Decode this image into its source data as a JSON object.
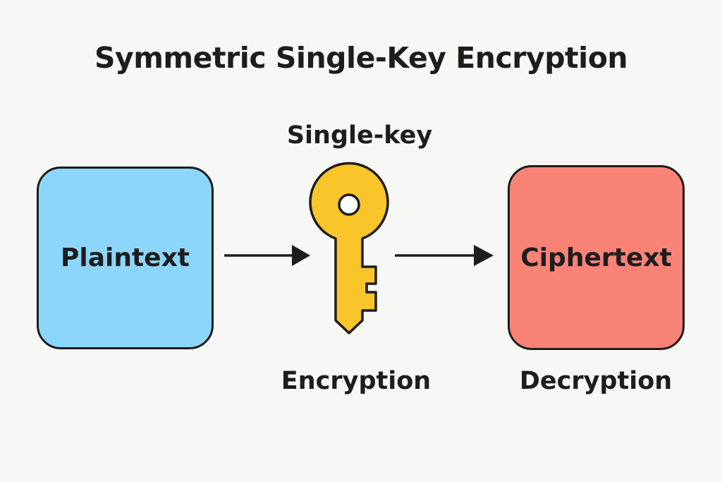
{
  "title": "Symmetric Single-Key Encryption",
  "key": {
    "label": "Single-key",
    "icon": "key-icon",
    "color": "#f9c52a"
  },
  "nodes": {
    "plaintext": {
      "label": "Plaintext",
      "color": "#8dd6fb"
    },
    "ciphertext": {
      "label": "Ciphertext",
      "color": "#f98377"
    }
  },
  "steps": {
    "encryption": "Encryption",
    "decryption": "Decryption"
  },
  "colors": {
    "background": "#f7f7f6",
    "stroke": "#1d1d1d"
  }
}
